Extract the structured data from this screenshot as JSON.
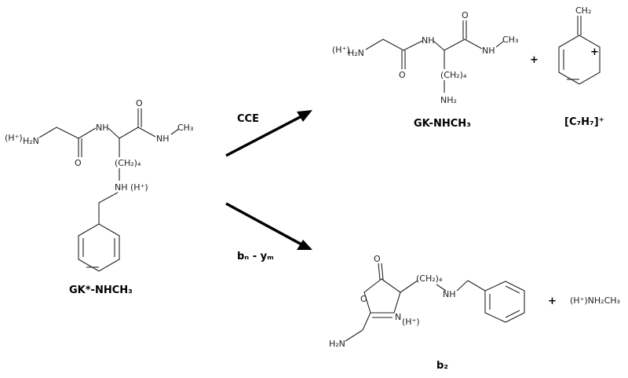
{
  "reactant": {
    "h_plus_left": "(H⁺)",
    "h2n": "H₂N",
    "o_carbonyl1": "O",
    "nh_amide": "NH",
    "o_carbonyl2": "O",
    "nh_methyl": "NH",
    "ch3": "CH₃",
    "ch2_4": "(CH₂)₄",
    "nh_side": "NH",
    "h_plus_side": "(H⁺)",
    "name": "GK*-NHCH₃"
  },
  "arrows": {
    "cce_label": "CCE",
    "bnym_label": "bₙ - yₘ"
  },
  "product_top": {
    "h_plus": "(H⁺)",
    "h2n": "H₂N",
    "o_carbonyl1": "O",
    "nh_amide": "NH",
    "o_carbonyl2": "O",
    "nh_methyl": "NH",
    "ch3": "CH₃",
    "ch2_4": "(CH₂)₄",
    "nh2": "NH₂",
    "name": "GK-NHCH₃",
    "plus": "+"
  },
  "tropylium": {
    "ch2": "CH₂",
    "charge": "+",
    "formula": "[C₇H₇]⁺"
  },
  "product_bottom": {
    "o_carbonyl": "O",
    "o_ring": "O",
    "n_ring": "N",
    "h_plus": "(H⁺)",
    "h2n": "H₂N",
    "ch2_4": "(CH₂)₄",
    "nh": "NH",
    "name": "b₂",
    "plus": "+",
    "methylamine": "(H⁺)NH₂CH₃"
  }
}
